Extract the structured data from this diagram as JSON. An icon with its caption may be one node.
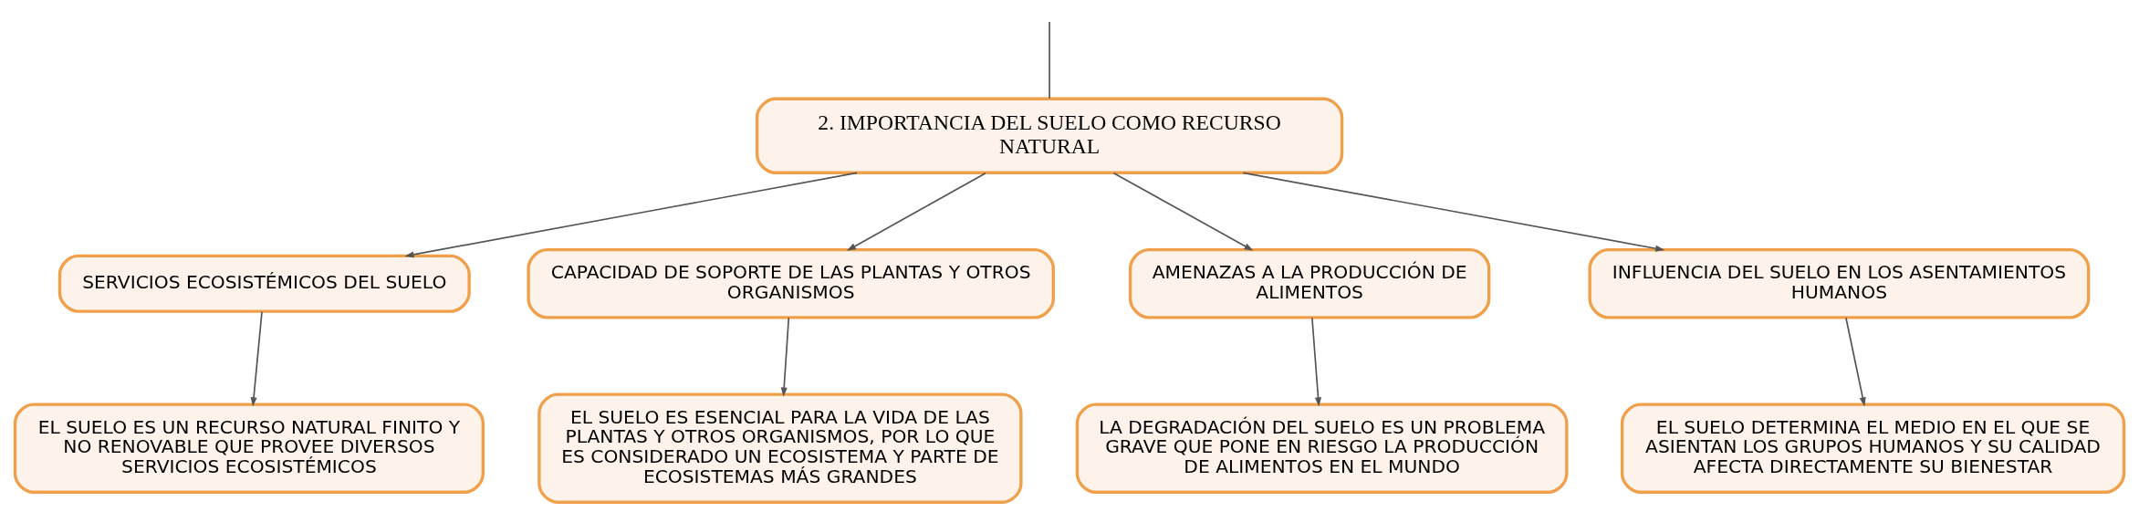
{
  "diagram": {
    "nodes": [
      {
        "text": [
          "2. IMPORTANCIA DEL SUELO COMO RECURSO NATURAL"
        ]
      },
      {
        "text": [
          "SERVICIOS ECOSISTÉMICOS DEL SUELO"
        ]
      },
      {
        "text": [
          "CAPACIDAD DE SOPORTE DE LAS PLANTAS Y OTROS ORGANISMOS"
        ]
      },
      {
        "text": [
          "AMENAZAS A LA PRODUCCIÓN DE ALIMENTOS"
        ]
      },
      {
        "text": [
          "INFLUENCIA DEL SUELO EN LOS ASENTAMIENTOS HUMANOS"
        ]
      },
      {
        "text": [
          "EL SUELO ES UN RECURSO NATURAL FINITO Y NO RENOVABLE QUE PROVEE DIVERSOS SERVICIOS ECOSISTÉMICOS"
        ]
      },
      {
        "text": [
          "EL SUELO ES ESENCIAL PARA LA VIDA DE LAS PLANTAS Y OTROS ORGANISMOS, POR LO QUE ES CONSIDERADO UN ECOSISTEMA Y PARTE DE ECOSISTEMAS MÁS GRANDES"
        ]
      },
      {
        "text": [
          "LA DEGRADACIÓN DEL SUELO ES UN PROBLEMA GRAVE QUE PONE EN RIESGO LA PRODUCCIÓN DE ALIMENTOS EN EL MUNDO"
        ]
      },
      {
        "text": [
          "EL SUELO DETERMINA EL MEDIO EN EL QUE SE ASIENTAN LOS GRUPOS HUMANOS Y SU CALIDAD AFECTA DIRECTAMENTE SU BIENESTAR"
        ]
      }
    ],
    "edges": [
      {
        "from": null,
        "to": 0,
        "arrow": "none"
      },
      {
        "from": 0,
        "to": 1,
        "arrow": "to"
      },
      {
        "from": 0,
        "to": 2,
        "arrow": "to"
      },
      {
        "from": 0,
        "to": 3,
        "arrow": "to"
      },
      {
        "from": 0,
        "to": 4,
        "arrow": "to"
      },
      {
        "from": 1,
        "to": 5,
        "arrow": "to"
      },
      {
        "from": 2,
        "to": 6,
        "arrow": "to"
      },
      {
        "from": 3,
        "to": 7,
        "arrow": "to"
      },
      {
        "from": 4,
        "to": 8,
        "arrow": "to"
      }
    ]
  }
}
